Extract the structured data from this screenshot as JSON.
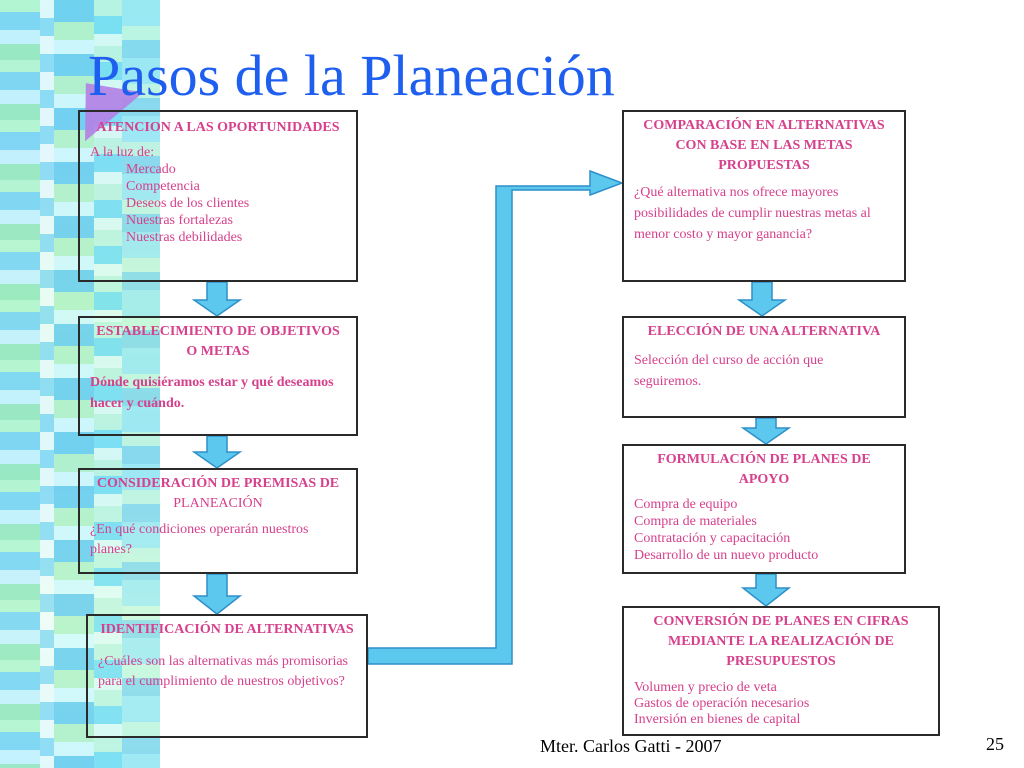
{
  "title": "Pasos de la Planeación",
  "colors": {
    "title": "#1f5ff0",
    "box_text": "#d6408c",
    "arrow": "#5cc8ee"
  },
  "left": [
    {
      "heading": "ATENCION A LAS OPORTUNIDADES",
      "intro": "A la luz de:",
      "items": [
        "Mercado",
        "Competencia",
        "Deseos de los clientes",
        "Nuestras fortalezas",
        "Nuestras debilidades"
      ]
    },
    {
      "heading": "ESTABLECIMIENTO DE OBJETIVOS O METAS",
      "body": "Dónde quisiéramos estar y qué deseamos hacer y cuándo."
    },
    {
      "heading_bold": "CONSIDERACIÓN DE PREMISAS DE",
      "heading_normal": "PLANEACIÓN",
      "body": "¿En qué condiciones operarán nuestros planes?"
    },
    {
      "heading": "IDENTIFICACIÓN DE ALTERNATIVAS",
      "body": "¿Cuáles son las alternativas más promisorias para el cumplimiento de nuestros objetivos?"
    }
  ],
  "right": [
    {
      "heading": "COMPARACIÓN EN ALTERNATIVAS CON BASE EN LAS METAS PROPUESTAS",
      "body": "¿Qué alternativa nos ofrece mayores posibilidades de cumplir nuestras metas al menor costo y mayor ganancia?"
    },
    {
      "heading": "ELECCIÓN DE UNA ALTERNATIVA",
      "body": "Selección del curso de acción que seguiremos."
    },
    {
      "heading": "FORMULACIÓN DE PLANES DE APOYO",
      "items": [
        "Compra de equipo",
        "Compra de materiales",
        "Contratación y capacitación",
        "Desarrollo de un nuevo producto"
      ]
    },
    {
      "heading": "CONVERSIÓN DE PLANES EN CIFRAS MEDIANTE LA REALIZACIÓN DE PRESUPUESTOS",
      "items": [
        "Volumen y precio de veta",
        "Gastos de operación necesarios",
        "Inversión en bienes de capital"
      ]
    }
  ],
  "footer": {
    "author": "Mter. Carlos Gatti - 2007",
    "page": "25"
  }
}
